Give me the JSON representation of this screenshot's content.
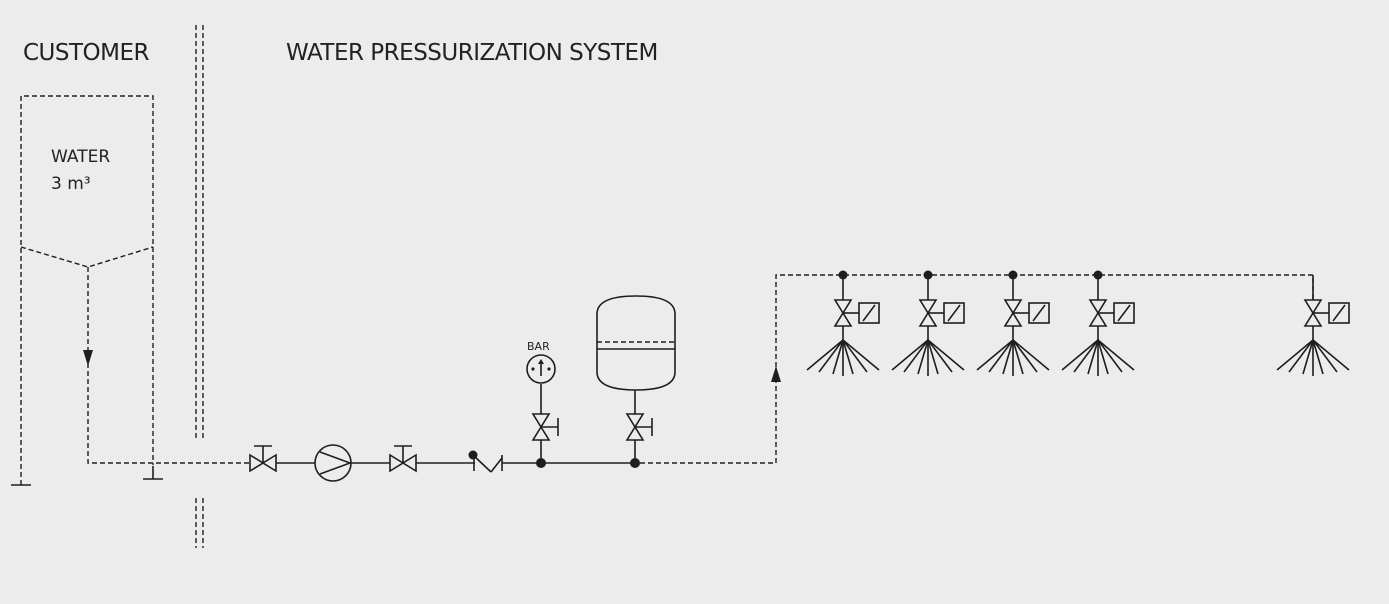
{
  "headers": {
    "customer": "CUSTOMER",
    "system": "WATER PRESSURIZATION SYSTEM"
  },
  "tank": {
    "label": "WATER",
    "volume": "3 m³"
  },
  "gauge": {
    "unit": "BAR"
  },
  "colors": {
    "background": "#ececec",
    "line": "#1e1e1e"
  },
  "components": {
    "storage_tank": "water-tank",
    "pump": "circulation-pump",
    "check_valve": "check-valve",
    "pressure_gauge": "pressure-gauge",
    "expansion_vessel": "expansion-vessel",
    "nozzle_count": 5,
    "nozzle_type": "solenoid-valve-spray-nozzle"
  }
}
